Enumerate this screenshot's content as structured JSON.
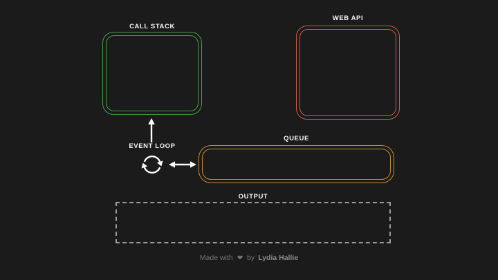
{
  "page": {
    "background": "#1b1b1b"
  },
  "colors": {
    "call_stack_border": "#43a041",
    "web_api_border": "#d25b48",
    "queue_border": "#d08a2c",
    "output_border": "#9e9e9e",
    "label_text": "#f5f5f5",
    "arrow": "#ffffff",
    "footer_text": "#757575",
    "footer_author": "#8a8a8a"
  },
  "diagram": {
    "call_stack": {
      "label": "CALL STACK"
    },
    "web_api": {
      "label": "WEB API"
    },
    "event_loop": {
      "label": "EVENT LOOP"
    },
    "queue": {
      "label": "QUEUE"
    },
    "output": {
      "label": "OUTPUT"
    },
    "icons": {
      "loop_cycle": "loop-cycle-icon",
      "up_arrow": "up-arrow-icon",
      "left_right_arrow": "left-right-arrow-icon"
    }
  },
  "footer": {
    "made_with": "Made with",
    "heart": "❤",
    "by": "by",
    "author": "Lydia Hallie"
  }
}
